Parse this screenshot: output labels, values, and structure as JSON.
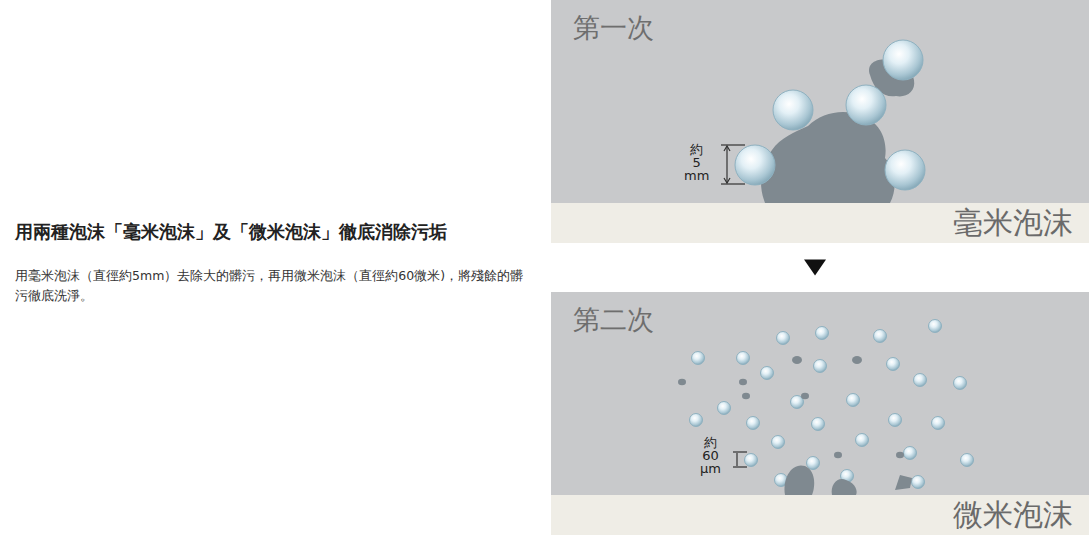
{
  "diagram": {
    "title": "用兩種泡沫「毫米泡沫」及「微米泡沫」徹底消除污垢",
    "caption": "用毫米泡沫（直徑約5mm）去除大的髒污，再用微米泡沫（直徑約60微米)，將殘餘的髒污徹底洗淨。",
    "nodes": [
      {
        "text": [
          "第一次"
        ]
      },
      {
        "text": [
          "毫米泡沫"
        ],
        "in": 0
      },
      {
        "text": [
          "第二次"
        ]
      },
      {
        "text": [
          "微米泡沫"
        ],
        "in": 2
      }
    ],
    "edges": [
      {
        "from": 0,
        "to": 2,
        "arrow": "to"
      }
    ],
    "labels": [
      "約 5 mm",
      "約 60 µm"
    ]
  }
}
